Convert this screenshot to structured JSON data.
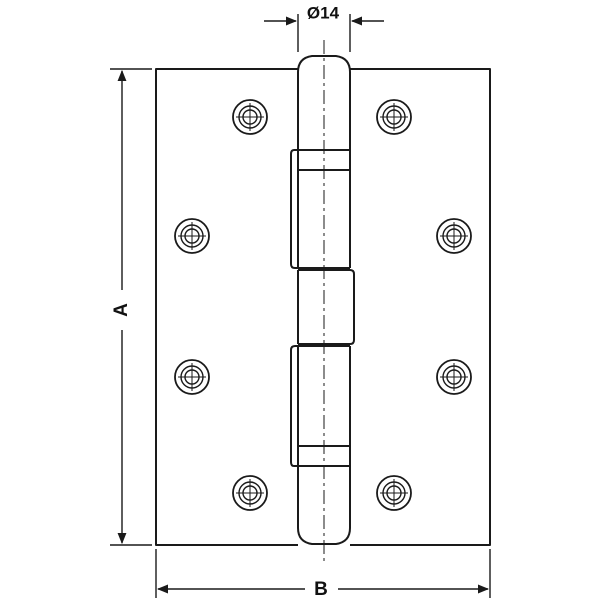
{
  "drawing": {
    "dimensions": {
      "height_label": "A",
      "width_label": "B",
      "pin_diameter_label": "Ø14"
    },
    "screw_hole_count": 8
  },
  "colors": {
    "line": "#1a1a1a",
    "background": "#ffffff"
  }
}
